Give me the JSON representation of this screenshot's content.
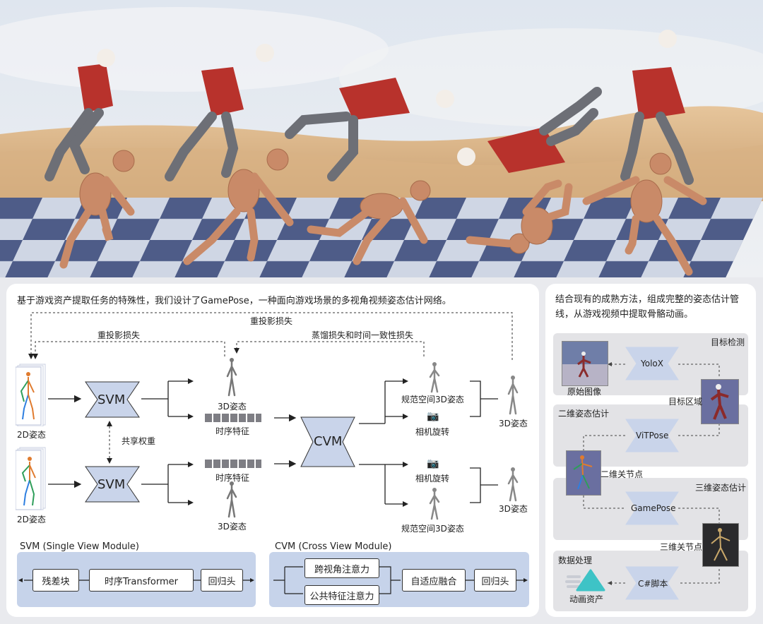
{
  "intro": "基于游戏资产提取任务的特殊性，我们设计了GamePose，一种面向游戏场景的多视角视频姿态估计网络。",
  "diagram": {
    "reproj_loss_top": "重投影损失",
    "reproj_loss": "重投影损失",
    "distill_loss": "蒸馏损失和时间一致性损失",
    "input_2d_top": "2D姿态",
    "input_2d_bottom": "2D姿态",
    "svm": "SVM",
    "svm2": "SVM",
    "shared_weights": "共享权重",
    "pose3d_top": "3D姿态",
    "temporal_top": "时序特征",
    "temporal_bottom": "时序特征",
    "pose3d_bottom": "3D姿态",
    "cvm": "CVM",
    "canonical_top": "规范空间3D姿态",
    "camera_top": "相机旋转",
    "camera_bottom": "相机旋转",
    "canonical_bottom": "规范空间3D姿态",
    "out3d_top": "3D姿态",
    "out3d_bottom": "3D姿态"
  },
  "svm_module": {
    "title": "SVM (Single View Module)",
    "blocks": [
      "残差块",
      "时序Transformer",
      "回归头"
    ]
  },
  "cvm_module": {
    "title": "CVM (Cross View Module)",
    "attn1": "跨视角注意力",
    "attn2": "公共特征注意力",
    "fusion": "自适应融合",
    "head": "回归头"
  },
  "pipeline": {
    "intro": "结合现有的成熟方法，组成完整的姿态估计管线，从游戏视频中提取骨骼动画。",
    "stage1_title": "目标检测",
    "original_image": "原始图像",
    "yolox": "YoloX",
    "target_region": "目标区域",
    "stage2_title": "二维姿态估计",
    "vitpose": "ViTPose",
    "keypoints_2d": "二维关节点",
    "stage3_title": "三维姿态估计",
    "gamepose": "GamePose",
    "keypoints_3d": "三维关节点",
    "stage4_title": "数据处理",
    "csharp": "C#脚本",
    "anim_asset": "动画资产"
  },
  "colors": {
    "module_fill": "#c9d4ea",
    "module_bg": "#c6d3ea",
    "character_red": "#b8322c",
    "mannequin": "#c98a68"
  }
}
